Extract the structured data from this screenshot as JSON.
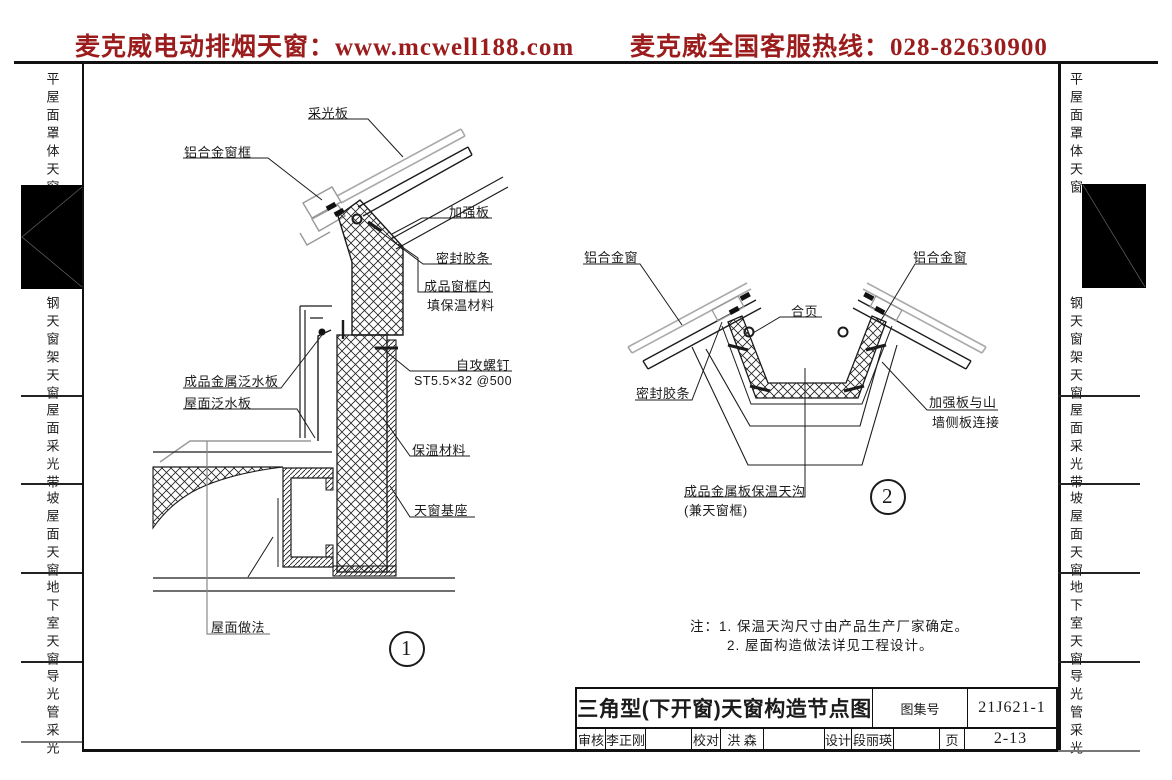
{
  "header": {
    "left": "麦克威电动排烟天窗：www.mcwell188.com",
    "right": "麦克威全国客服热线：028-82630900",
    "accent_color": "#9b1c1c"
  },
  "sidebar": {
    "items": [
      "平屋面罩体天窗",
      "钢天窗架天窗",
      "屋面采光带",
      "坡屋面天窗",
      "地下室天窗",
      "导光管采光"
    ]
  },
  "detail1": {
    "glazing": "采光板",
    "frame": "铝合金窗框",
    "stiffener": "加强板",
    "seal": "密封胶条",
    "fill1": "成品窗框内",
    "fill2": "填保温材料",
    "screw1": "自攻螺钉",
    "screw2": "ST5.5×32 @500",
    "flashing1": "成品金属泛水板",
    "flashing2": "屋面泛水板",
    "insulation": "保温材料",
    "base": "天窗基座",
    "roof": "屋面做法",
    "num": "1"
  },
  "detail2": {
    "win_l": "铝合金窗",
    "win_r": "铝合金窗",
    "hinge": "合页",
    "seal": "密封胶条",
    "stiff1": "加强板与山",
    "stiff2": "墙侧板连接",
    "gutter1": "成品金属板保温天沟",
    "gutter2": "(兼天窗框)",
    "num": "2"
  },
  "notes": {
    "line1": "注：1. 保温天沟尺寸由产品生产厂家确定。",
    "line2": "2. 屋面构造做法详见工程设计。"
  },
  "titleblock": {
    "title": "三角型(下开窗)天窗构造节点图",
    "atlas_no_label": "图集号",
    "atlas_no": "21J621-1",
    "page_label": "页",
    "page_no": "2-13",
    "reviewer_label": "审核",
    "reviewer": "李正刚",
    "checker_label": "校对",
    "checker": "洪 森",
    "designer_label": "设计",
    "designer": "段丽瑛"
  }
}
